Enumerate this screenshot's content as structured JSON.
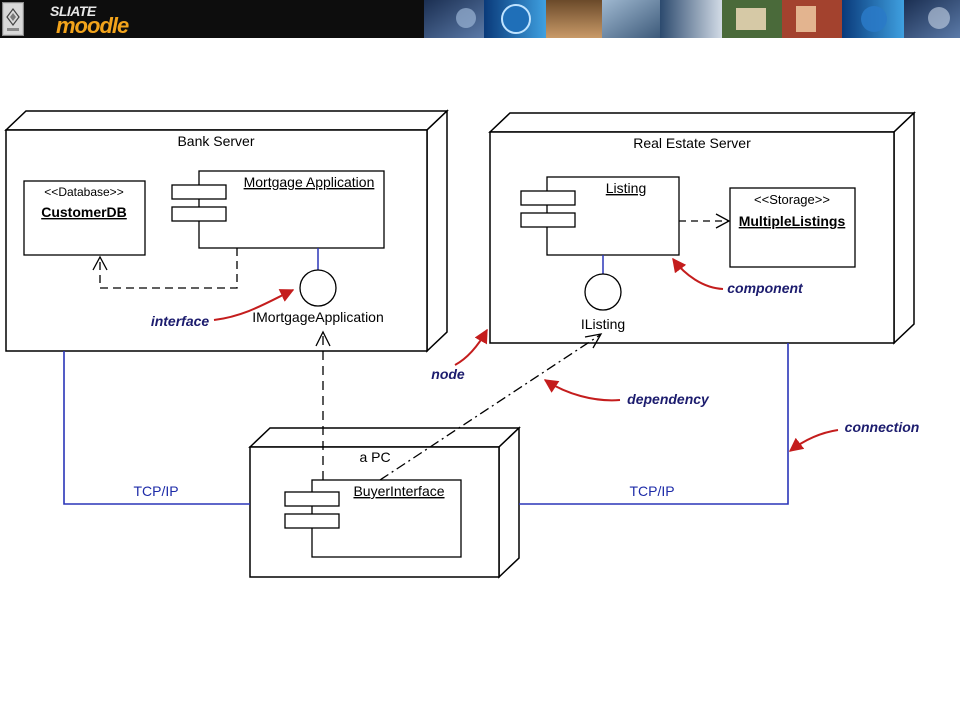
{
  "banner": {
    "logo_top": "SLIATE",
    "logo_bottom": "moodle"
  },
  "diagram": {
    "nodes": {
      "bank_server": "Bank Server",
      "real_estate_server": "Real Estate Server",
      "pc": "a PC"
    },
    "components": {
      "mortgage_application": "Mortgage Application",
      "listing": "Listing",
      "buyer_interface": "BuyerInterface"
    },
    "artifacts": {
      "customer_db_stereotype": "<<Database>>",
      "customer_db_name": "CustomerDB",
      "multiple_listings_stereotype": "<<Storage>>",
      "multiple_listings_name": "MultipleListings"
    },
    "interfaces": {
      "imortgage": "IMortgageApplication",
      "ilisting": "IListing"
    },
    "connections": {
      "left": "TCP/IP",
      "right": "TCP/IP"
    },
    "annotations": {
      "interface": "interface",
      "component": "component",
      "node": "node",
      "dependency": "dependency",
      "connection": "connection"
    },
    "colors": {
      "connection_line": "#2a35b8",
      "annotation_arrow": "#c41d1d",
      "annotation_text": "#1c1c6e"
    }
  }
}
